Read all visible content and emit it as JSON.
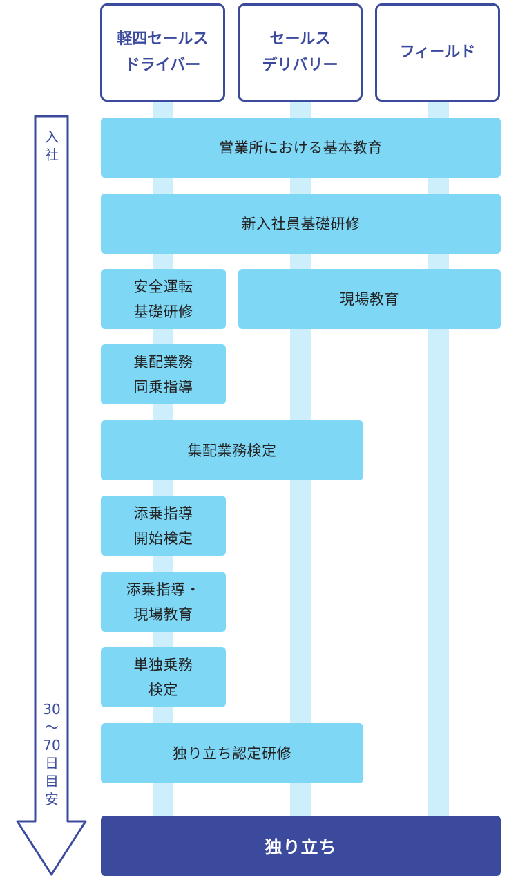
{
  "colors": {
    "navy": "#3b4a9c",
    "box_fill": "#7fd7f6",
    "track_fill": "#cdeefb",
    "text": "#222222",
    "white": "#ffffff"
  },
  "columns": [
    {
      "label": "軽四セールス\nドライバー"
    },
    {
      "label": "セールス\nデリバリー"
    },
    {
      "label": "フィールド"
    }
  ],
  "steps": {
    "basic_education": "営業所における基本教育",
    "new_hire_training": "新入社員基礎研修",
    "safe_driving_training": "安全運転\n基礎研修",
    "field_education": "現場教育",
    "delivery_ride_along": "集配業務\n同乗指導",
    "delivery_exam": "集配業務検定",
    "escort_start_exam": "添乗指導\n開始検定",
    "escort_field_education": "添乗指導・\n現場教育",
    "solo_exam": "単独乗務\n検定",
    "certification_training": "独り立ち認定研修",
    "independence": "独り立ち"
  },
  "timeline": {
    "start_label": "入\n社",
    "duration_label": "30\n～\n70\n日\n目\n安"
  }
}
